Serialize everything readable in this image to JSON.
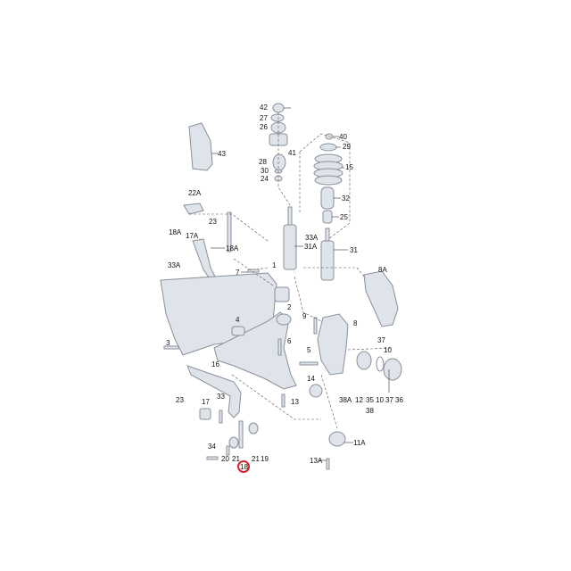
{
  "diagram": {
    "highlight_color": "#d8232a",
    "part_color": "#dfe3ea",
    "part_edge": "#8a909a",
    "labels": {
      "l42": "42",
      "l27": "27",
      "l26": "26",
      "l40": "40",
      "l29": "29",
      "l43": "43",
      "l41": "41",
      "l28": "28",
      "l15": "15",
      "l30": "30",
      "l24": "24",
      "l32": "32",
      "l25": "25",
      "l22A": "22A",
      "l23a": "23",
      "l33A_top": "33A",
      "l31A": "31A",
      "l31": "31",
      "l18A_left": "18A",
      "l17A": "17A",
      "l18A_right": "18A",
      "l33A_left": "33A",
      "l1": "1",
      "l7": "7",
      "l8A": "8A",
      "l2": "2",
      "l4": "4",
      "l9": "9",
      "l8": "8",
      "l5": "5",
      "l6": "6",
      "l37a": "37",
      "l3": "3",
      "l16": "16",
      "l10a": "10",
      "l13a": "13",
      "l14": "14",
      "l38A": "38A",
      "l12": "12",
      "l35": "35",
      "l10b": "10",
      "l37b": "37",
      "l36": "36",
      "l38": "38",
      "l23b": "23",
      "l17": "17",
      "l33": "33",
      "l11A": "11A",
      "l34": "34",
      "l20": "20",
      "l21a": "21",
      "l21b": "21",
      "l19": "19",
      "l13A": "13A",
      "l18": "18"
    }
  }
}
